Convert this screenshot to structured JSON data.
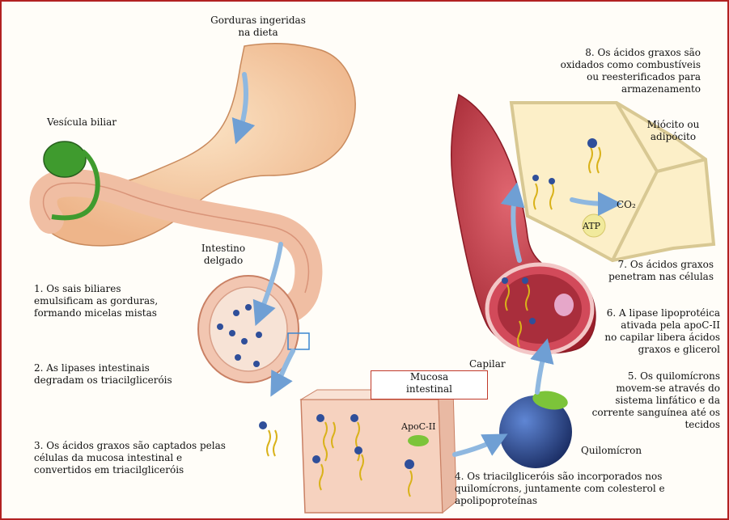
{
  "labels": {
    "dietary_fats": "Gorduras ingeridas\nna dieta",
    "gallbladder": "Vesícula biliar",
    "small_intestine": "Intestino\ndelgado",
    "step1": "1. Os sais biliares\nemulsificam as gorduras,\nformando micelas mistas",
    "step2": "2. As lipases intestinais\ndegradam os triacilgliceróis",
    "step3": "3. Os ácidos graxos são captados pelas\ncélulas da mucosa intestinal e\nconvertidos em triacilgliceróis",
    "intestinal_mucosa": "Mucosa\nintestinal",
    "apoc2": "ApoC-II",
    "step4": "4. Os triacilgliceróis são incorporados nos\nquilomícrons, juntamente com colesterol e\napolipoproteínas",
    "chylomicron": "Quilomícron",
    "step5": "5. Os quilomícrons\nmovem-se através do\nsistema linfático e da\ncorrente sanguínea até os\ntecidos",
    "step6": "6. A lipase lipoprotéica\nativada pela apoC-II\nno capilar libera ácidos\ngraxos e glicerol",
    "capillary": "Capilar",
    "step7": "7. Os ácidos graxos\npenetram nas células",
    "step8": "8. Os ácidos graxos são\noxidados como combustíveis\nou reesterificados para\narmazenamento",
    "myocyte": "Miócito ou\nadipócito",
    "co2": "CO₂",
    "atp": "ATP"
  },
  "colors": {
    "border": "#b22222",
    "stomach": "#f6cfa2",
    "intestine": "#f0b8a0",
    "bile": "#3f9b2e",
    "capillary": "#b8323e",
    "chylomicron": "#2f4f9a",
    "arrow": "#8fb8e0"
  }
}
